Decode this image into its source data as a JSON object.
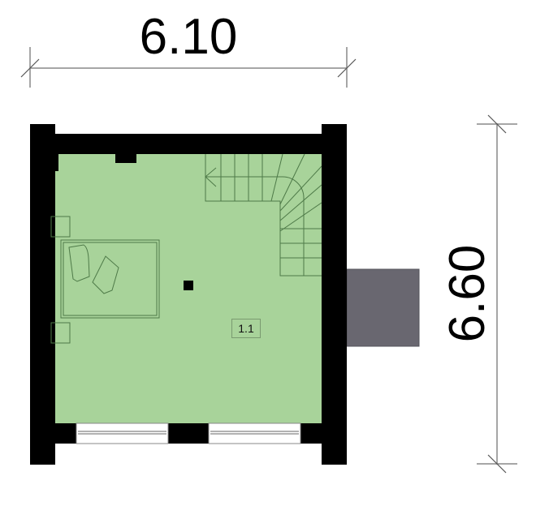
{
  "plan": {
    "dimension_width": "6.10",
    "dimension_height": "6.60",
    "room_label": "1.1",
    "colors": {
      "floor": "#a8d39a",
      "wall": "#000000",
      "terrace": "#696770",
      "dim_line": "#888888",
      "furniture_line": "#4e7a48"
    }
  }
}
